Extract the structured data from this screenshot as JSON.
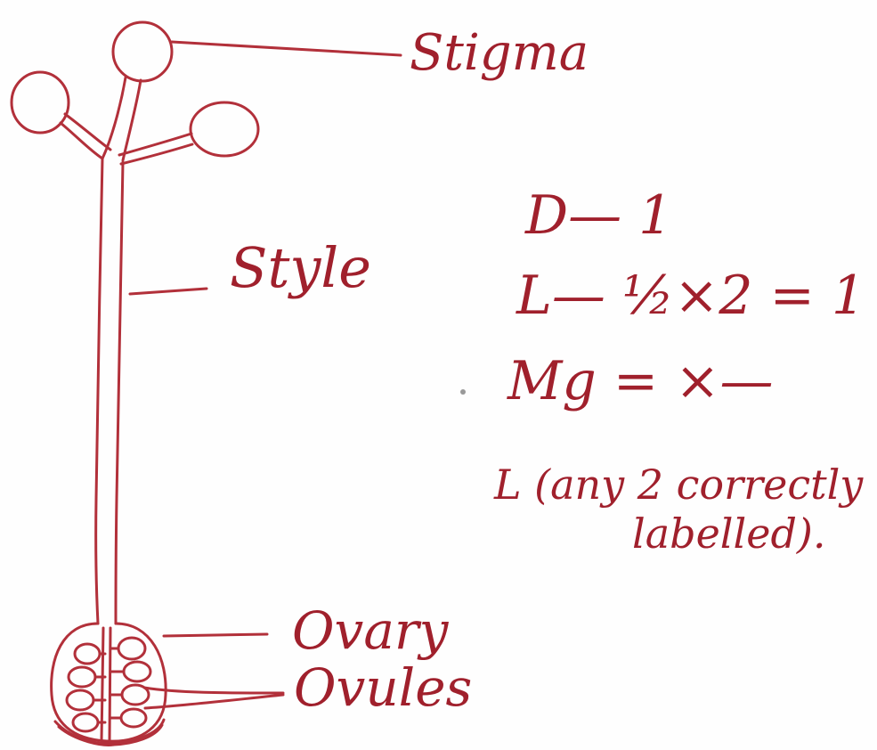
{
  "colors": {
    "ink": "#b2303a",
    "ink_dark": "#a0202c",
    "paper": "#fefefe"
  },
  "labels": {
    "stigma": "Stigma",
    "style": "Style",
    "ovary": "Ovary",
    "ovules": "Ovules"
  },
  "marking_scheme": {
    "line_d": "D— 1",
    "line_l": "L— ½×2 = 1",
    "line_mg": "Mg = ×—",
    "note_line1": "L (any 2 correctly",
    "note_line2": "labelled)."
  }
}
